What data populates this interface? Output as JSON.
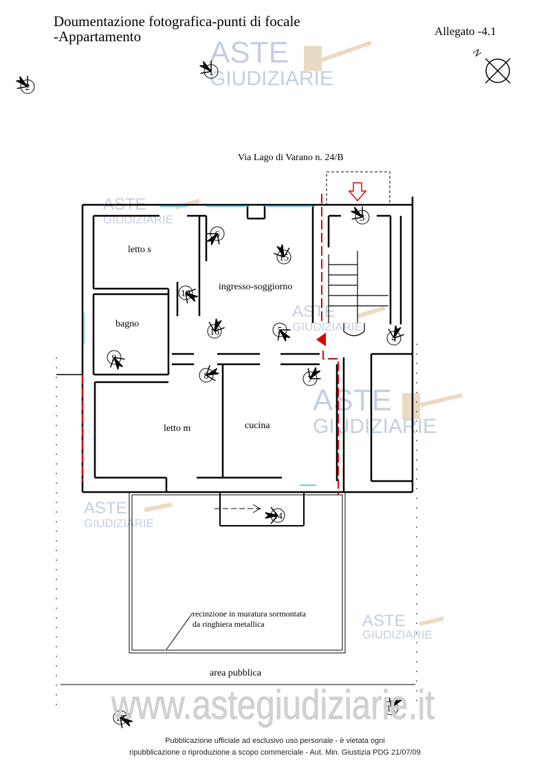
{
  "header": {
    "title_line1": "Doumentazione fotografica-punti di focale",
    "title_line2": "-Appartamento",
    "attachment": "Allegato -4.1",
    "north_label": "N"
  },
  "street": "Via Lago di Varano n. 24/B",
  "rooms": {
    "letto_s": "letto s",
    "ingresso": "ingresso-soggiorno",
    "bagno": "bagno",
    "letto_m": "letto m",
    "cucina": "cucina"
  },
  "viewpoints": [
    "1",
    "2",
    "3",
    "4",
    "5",
    "6",
    "7",
    "8",
    "9",
    "10",
    "12",
    "13",
    "14",
    "15",
    "16"
  ],
  "fence_note_line1": "recinzione in muratura sormontata",
  "fence_note_line2": "da ringhiera metallica",
  "public_area": "area pubblica",
  "watermark": {
    "brand_line1": "ASTE",
    "brand_line2": "GIUDIZIARIE",
    "site": "www.astegiudiziarie.it"
  },
  "footer": {
    "line1": "Pubblicazione ufficiale ad esclusivo uso personale - è vietata ogni",
    "line2": "ripubblicazione o riproduzione a scopo commerciale - Aut. Min. Giustizia PDG 21/07/09"
  },
  "colors": {
    "wall": "#000000",
    "entry_path": "#e00000",
    "window": "#66ccdd",
    "watermark": "#b0bfd6"
  }
}
